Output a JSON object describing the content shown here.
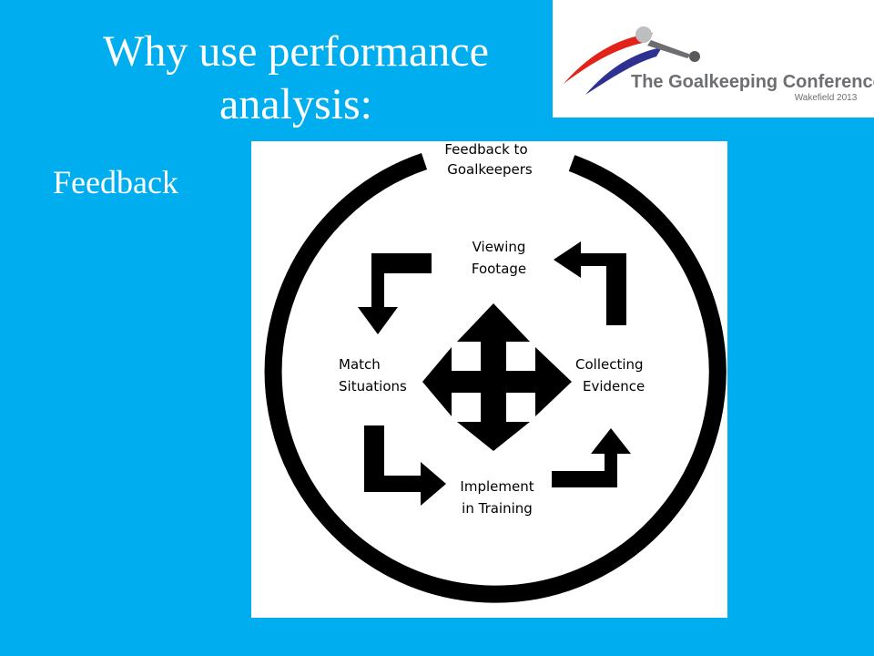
{
  "slide": {
    "title_line1": "Why use performance",
    "title_line2": "analysis:",
    "subtitle": "Feedback"
  },
  "logo": {
    "text": "The Goalkeeping Conference",
    "subtext": "Wakefield 2013"
  },
  "diagram": {
    "nodes": {
      "top_line1": "Feedback to",
      "top_line2": "Goalkeepers",
      "upper_line1": "Viewing",
      "upper_line2": "Footage",
      "left_line1": "Match",
      "left_line2": "Situations",
      "right_line1": "Collecting",
      "right_line2": "Evidence",
      "bottom_line1": "Implement",
      "bottom_line2": "in Training"
    }
  },
  "colors": {
    "background": "#00aeef",
    "text": "#ffffff",
    "logo_red": "#e2231a",
    "logo_blue": "#2e3192",
    "logo_gray": "#6d6e71"
  }
}
